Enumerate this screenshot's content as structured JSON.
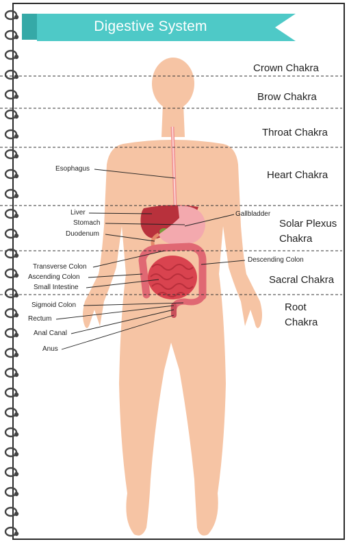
{
  "title": "Digestive System",
  "chakras": [
    {
      "name": "Crown Chakra"
    },
    {
      "name": "Brow Chakra"
    },
    {
      "name": "Throat Chakra"
    },
    {
      "name": "Heart Chakra"
    },
    {
      "name": "Solar Plexus",
      "name2": "Chakra"
    },
    {
      "name": "Sacral Chakra"
    },
    {
      "name": "Root",
      "name2": "Chakra"
    }
  ],
  "organs": {
    "esophagus": "Esophagus",
    "liver": "Liver",
    "stomach": "Stomach",
    "duodenum": "Duodenum",
    "gallbladder": "Gallbladder",
    "transverse_colon": "Transverse Colon",
    "ascending_colon": "Ascending Colon",
    "small_intestine": "Small Intestine",
    "descending_colon": "Descending Colon",
    "sigmoid_colon": "Sigmoid Colon",
    "rectum": "Rectum",
    "anal_canal": "Anal Canal",
    "anus": "Anus"
  },
  "colors": {
    "banner": "#4ec9c7",
    "skin": "#f6c4a4",
    "organ": "#d9434f",
    "liver": "#b8313c"
  }
}
